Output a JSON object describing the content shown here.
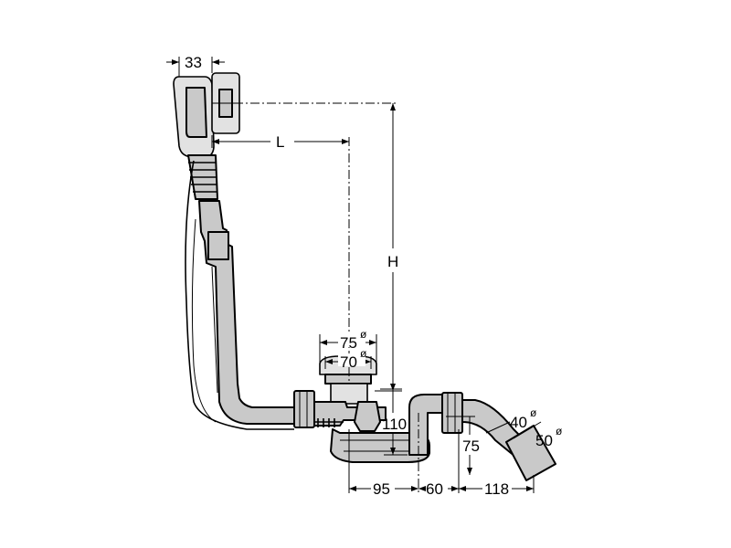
{
  "dimensions": {
    "width_33": "33",
    "length": "L",
    "height": "H",
    "dia_75": "75",
    "dia_70": "70",
    "height_110": "110",
    "height_75": "75",
    "dia_40": "40",
    "dia_50": "50",
    "dist_95": "95",
    "dist_60": "60",
    "dist_118": "118",
    "dia_symbol": "ø"
  }
}
